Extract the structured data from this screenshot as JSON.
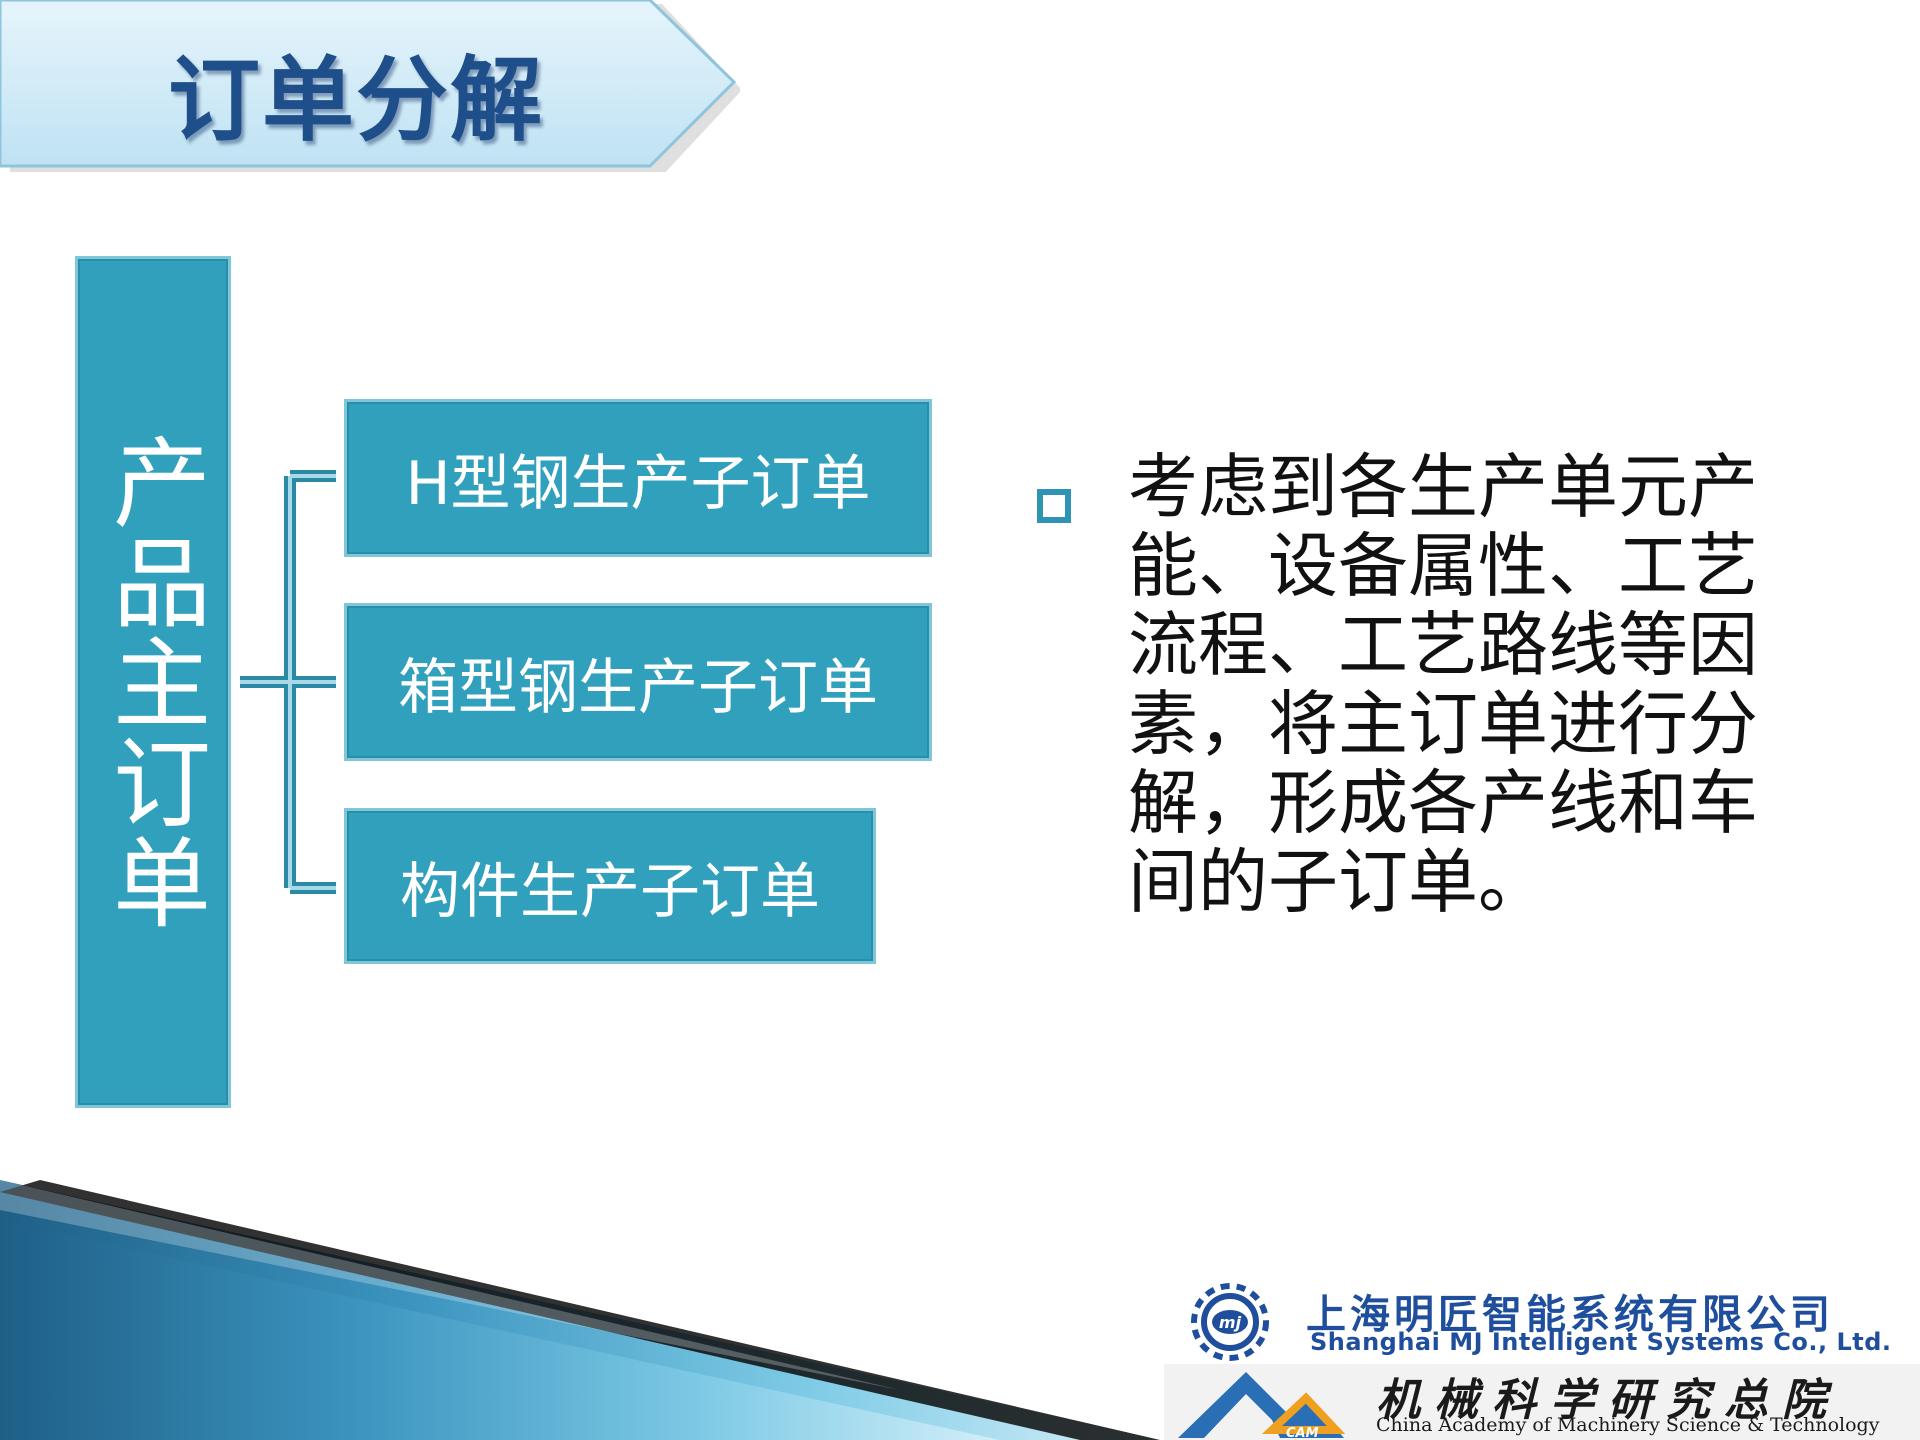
{
  "title": "订单分解",
  "main_order": "产品主订单",
  "sub_orders": [
    "H型钢生产子订单",
    "箱型钢生产子订单",
    "构件生产子订单"
  ],
  "body_text": "考虑到各生产单元产能、设备属性、工艺流程、工艺路线等因素，将主订单进行分解，形成各产线和车间的子订单。",
  "logos": {
    "mj_name_cn": "上海明匠智能系统有限公司",
    "mj_name_en": "Shanghai MJ Intelligent Systems Co., Ltd.",
    "mj_badge": "mj",
    "cam_name_cn": "机械科学研究总院",
    "cam_name_en": "China Academy of Machinery Science & Technology",
    "cam_badge": "CAM"
  },
  "colors": {
    "box_fill": "#31a0bd",
    "box_border": "#7fc6d8",
    "title_text": "#1f4f8a",
    "banner_fill": "#cfe9f6",
    "bullet": "#2f93b3",
    "logo_blue": "#1f4f9c"
  }
}
